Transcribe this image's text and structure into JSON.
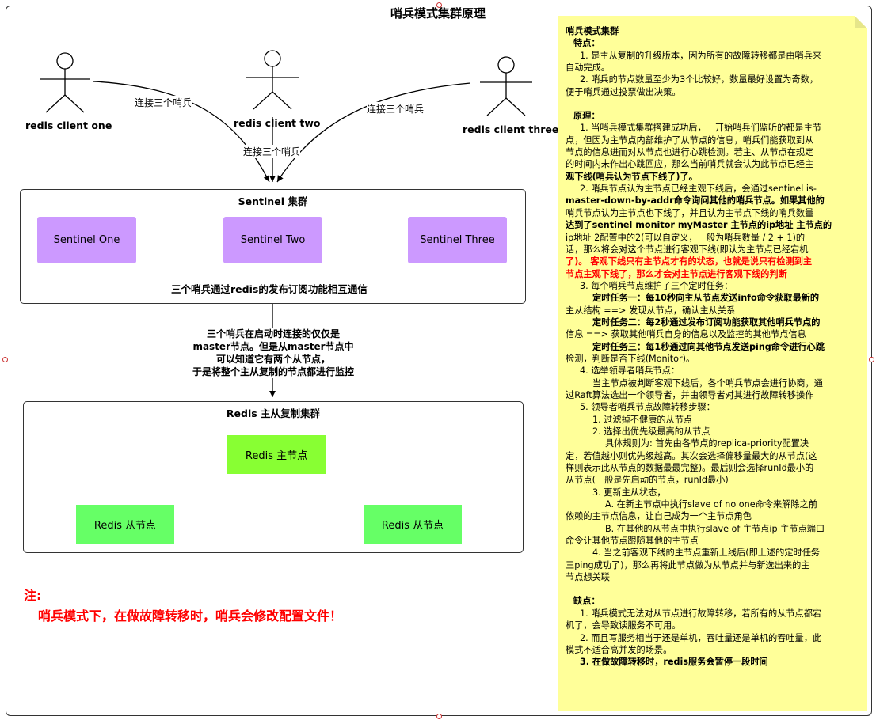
{
  "title": "哨兵模式集群原理",
  "clients": {
    "one": "redis client one",
    "two": "redis client two",
    "three": "redis client three"
  },
  "connect_labels": {
    "left": "连接三个哨兵",
    "middle": "连接三个哨兵",
    "right": "连接三个哨兵"
  },
  "sentinel_group": {
    "title": "Sentinel 集群",
    "nodes": [
      "Sentinel One",
      "Sentinel Two",
      "Sentinel Three"
    ],
    "pubsub_label": "三个哨兵通过redis的发布订阅功能相互通信"
  },
  "middle_text": [
    "三个哨兵在启动时连接的仅仅是",
    "master节点。但是从master节点中",
    "可以知道它有两个从节点，",
    "于是将整个主从复制的节点都进行监控"
  ],
  "redis_group": {
    "title": "Redis 主从复制集群",
    "master": "Redis 主节点",
    "slaves": [
      "Redis 从节点",
      "Redis 从节点"
    ]
  },
  "note": {
    "label": "注:",
    "text": "哨兵模式下，在做故障转移时，哨兵会修改配置文件！"
  },
  "sticky": {
    "heading": "哨兵模式集群",
    "features_title": "特点：",
    "features": [
      "1. 是主从复制的升级版本，因为所有的故障转移都是由哨兵来",
      "自动完成。",
      "2. 哨兵的节点数量至少为3个比较好，数量最好设置为奇数，",
      "便于哨兵通过投票做出决策。"
    ],
    "principle_title": "原理：",
    "p1": [
      "1. 当哨兵模式集群搭建成功后，一开始哨兵们监听的都是主节",
      "点，但因为主节点内部维护了从节点的信息，哨兵们能获取到从",
      "节点的信息进而对从节点也进行心跳检测。若主、从节点在规定",
      "的时间内未作出心跳回应，那么当前哨兵就会认为此节点已经主",
      "观下线(哨兵认为节点下线了)了。"
    ],
    "p2": [
      "2. 哨兵节点认为主节点已经主观下线后，会通过sentinel is-",
      "master-down-by-addr命令询问其他的哨兵节点。如果其他的",
      "哨兵节点认为主节点也下线了，并且认为主节点下线的哨兵数量",
      "达到了sentinel monitor myMaster 主节点的ip地址 主节点的",
      "ip地址 2配置中的2(可以自定义，一般为哨兵数量 / 2 + 1)的",
      "话，那么将会对这个节点进行客观下线(即认为主节点已经宕机",
      "了)。 客观下线只有主节点才有的状态，也就是说只有检测到主",
      "节点主观下线了，那么才会对主节点进行客观下线的判断"
    ],
    "p3": [
      "3. 每个哨兵节点维护了三个定时任务：",
      "定时任务一：每10秒向主从节点发送info命令获取最新的",
      "主从结构 ==> 发现从节点，确认主从关系",
      "定时任务二：每2秒通过发布订阅功能获取其他哨兵节点的",
      "信息 ==> 获取其他哨兵自身的信息以及监控的其他节点信息",
      "定时任务三：每1秒通过向其他节点发送ping命令进行心跳",
      "检测，判断是否下线(Monitor)。"
    ],
    "p4": [
      "4. 选举领导者哨兵节点：",
      "当主节点被判断客观下线后，各个哨兵节点会进行协商，通",
      "过Raft算法选出一个领导者，并由领导者对其进行故障转移操作"
    ],
    "p5": [
      "5. 领导者哨兵节点故障转移步骤：",
      "1. 过滤掉不健康的从节点",
      "2. 选择出优先级最高的从节点",
      "具体规则为: 首先由各节点的replica-priority配置决",
      "定，若值越小则优先级越高。其次会选择偏移量最大的从节点(这",
      "样则表示此从节点的数据最最完整)。最后则会选择runId最小的",
      "从节点(一般是先启动的节点，runId最小)",
      "3. 更新主从状态，",
      "A. 在新主节点中执行slave of no one命令来解除之前",
      "依赖的主节点信息，让自己成为一个主节点角色",
      "B. 在其他的从节点中执行slave of 主节点ip 主节点端口",
      "命令让其他节点跟随其他的主节点",
      "4. 当之前客观下线的主节点重新上线后(即上述的定时任务",
      "三ping成功了)，那么再将此节点做为从节点并与新选出来的主",
      "节点想关联"
    ],
    "cons_title": "缺点：",
    "cons": [
      "1. 哨兵模式无法对从节点进行故障转移，若所有的从节点都宕",
      "机了，会导致读服务不可用。",
      "2. 而且写服务相当于还是单机，吞吐量还是单机的吞吐量，此",
      "模式不适合高并发的场景。",
      "3. 在做故障转移时，redis服务会暂停一段时间"
    ]
  }
}
